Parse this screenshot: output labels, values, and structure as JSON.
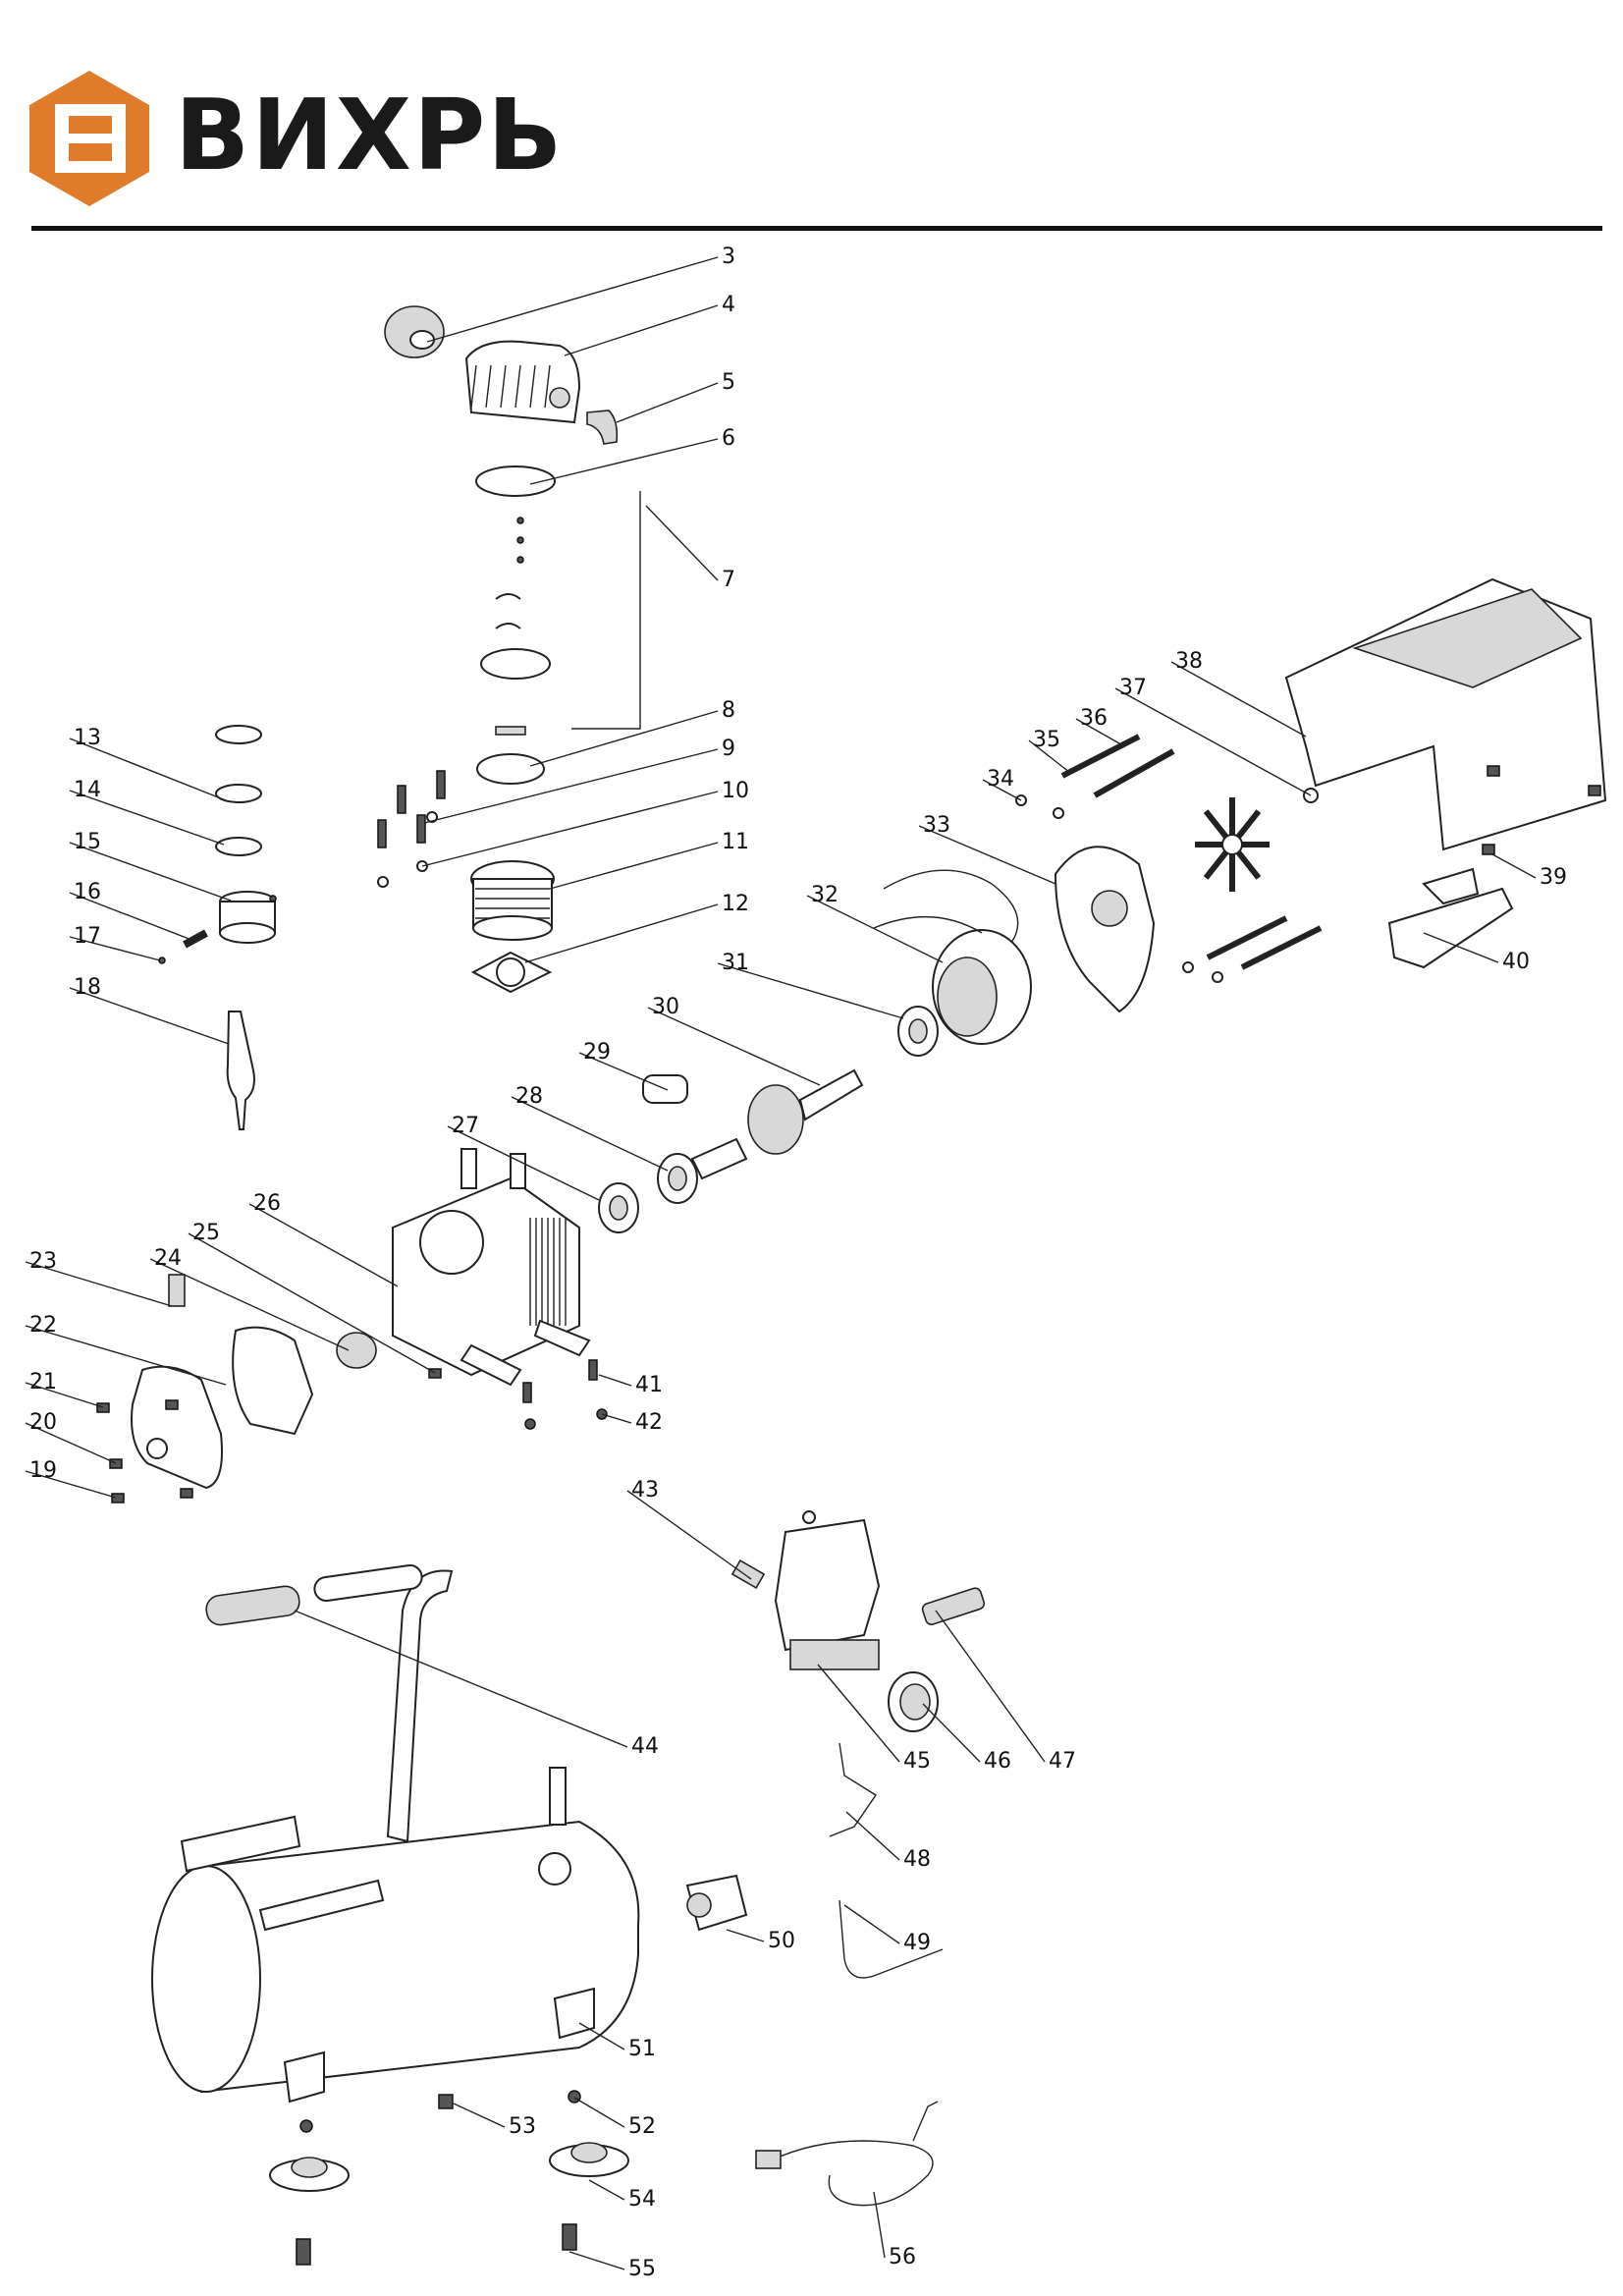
{
  "brand": {
    "name": "ВИХРЬ",
    "logo_letter": "В",
    "logo_color": "#E07B29",
    "logo_icon": "hexagon-logo-icon"
  },
  "diagram": {
    "callouts": [
      "3",
      "4",
      "5",
      "6",
      "7",
      "8",
      "9",
      "10",
      "11",
      "12",
      "13",
      "14",
      "15",
      "16",
      "17",
      "18",
      "19",
      "20",
      "21",
      "22",
      "23",
      "24",
      "25",
      "26",
      "27",
      "28",
      "29",
      "30",
      "31",
      "32",
      "33",
      "34",
      "35",
      "36",
      "37",
      "38",
      "39",
      "40",
      "41",
      "42",
      "43",
      "44",
      "45",
      "46",
      "47",
      "48",
      "49",
      "50",
      "51",
      "52",
      "53",
      "54",
      "55",
      "56"
    ]
  }
}
